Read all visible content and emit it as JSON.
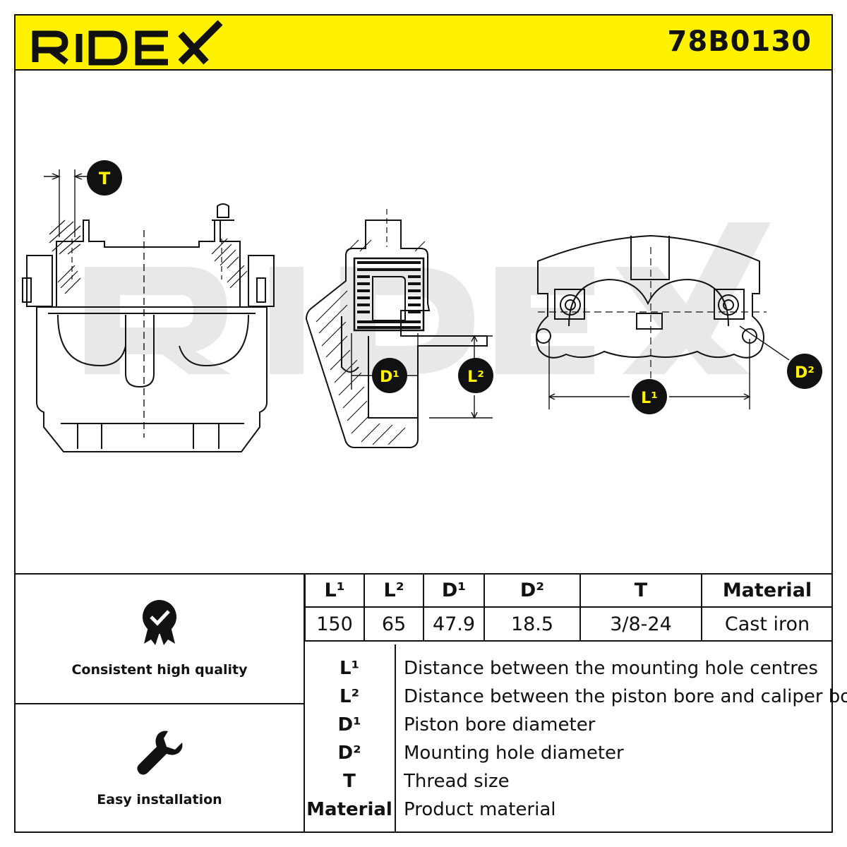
{
  "brand": {
    "name": "RIDEX"
  },
  "part_number": "78B0130",
  "colors": {
    "header_bg": "#fff200",
    "accent": "#fff200",
    "line": "#111111",
    "watermark": "#e6e6e6"
  },
  "diagram_labels": {
    "T": "T",
    "D1": "D¹",
    "L2": "L²",
    "L1": "L¹",
    "D2": "D²"
  },
  "features": [
    {
      "icon": "quality-badge-icon",
      "label": "Consistent high quality"
    },
    {
      "icon": "wrench-icon",
      "label": "Easy installation"
    }
  ],
  "spec_table": {
    "headers": [
      "L¹",
      "L²",
      "D¹",
      "D²",
      "T",
      "Material"
    ],
    "values": [
      "150",
      "65",
      "47.9",
      "18.5",
      "3/8-24",
      "Cast iron"
    ]
  },
  "legend": [
    {
      "key": "L¹",
      "desc": "Distance between the mounting hole centres"
    },
    {
      "key": "L²",
      "desc": "Distance between the piston bore and caliper body"
    },
    {
      "key": "D¹",
      "desc": "Piston bore diameter"
    },
    {
      "key": "D²",
      "desc": "Mounting hole diameter"
    },
    {
      "key": "T",
      "desc": "Thread size"
    },
    {
      "key": "Material",
      "desc": "Product material"
    }
  ]
}
